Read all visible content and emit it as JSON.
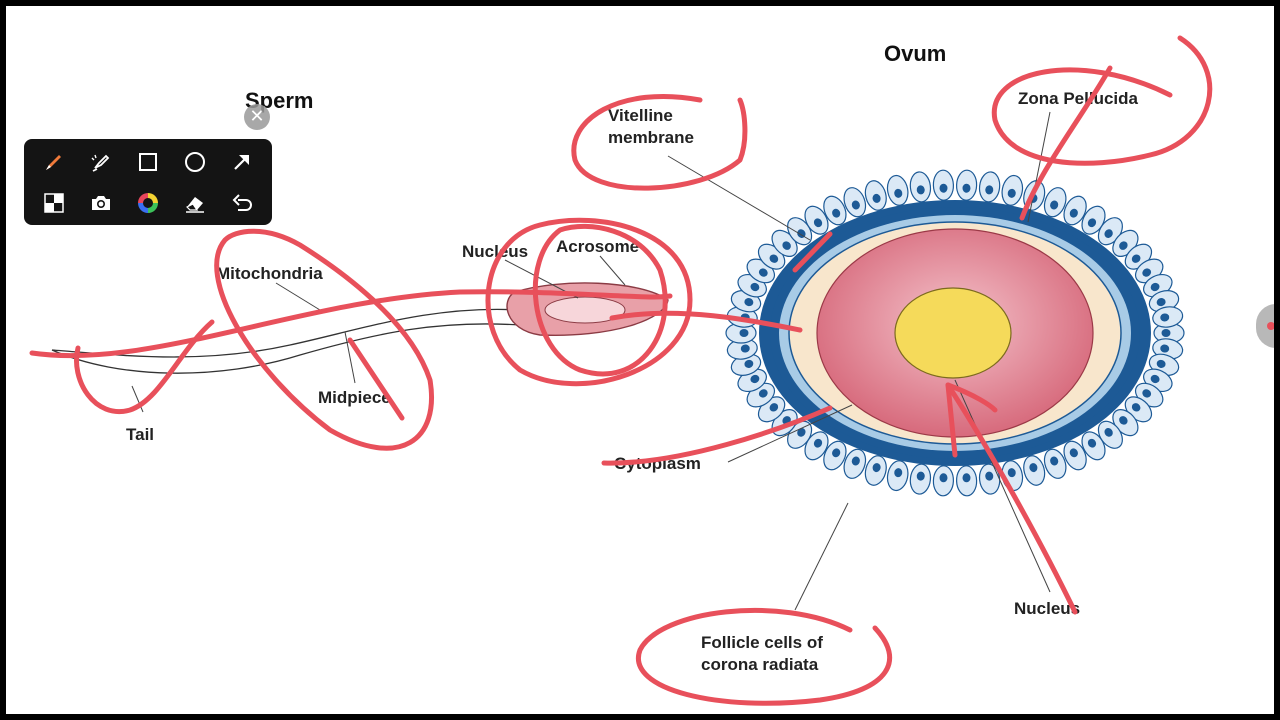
{
  "diagram": {
    "sperm_title": "Sperm",
    "ovum_title": "Ovum",
    "labels": {
      "tail": "Tail",
      "mitochondria": "Mitochondria",
      "midpiece": "Midpiece",
      "nucleus_sperm": "Nucleus",
      "acrosome": "Acrosome",
      "vitelline_line1": "Vitelline",
      "vitelline_line2": "membrane",
      "zona": "Zona Pellucida",
      "cytoplasm": "Cytoplasm",
      "follicle_line1": "Follicle cells of",
      "follicle_line2": "corona radiata",
      "nucleus_ovum": "Nucleus"
    }
  },
  "toolbar": {
    "tools": [
      "pen-icon",
      "highlighter-icon",
      "rectangle-icon",
      "circle-icon",
      "arrow-icon",
      "checker-icon",
      "camera-icon",
      "color-wheel-icon",
      "eraser-icon",
      "undo-icon"
    ],
    "close_glyph": "✕"
  },
  "colors": {
    "annotation": "#e8505b",
    "ovum_blue": "#1d5a96",
    "zona_blue": "#a8cbe6",
    "vitelline": "#f8e6cc",
    "cytoplasm": "#e28191",
    "nucleus": "#f5da5a",
    "sperm_head": "#e8a0a8"
  }
}
